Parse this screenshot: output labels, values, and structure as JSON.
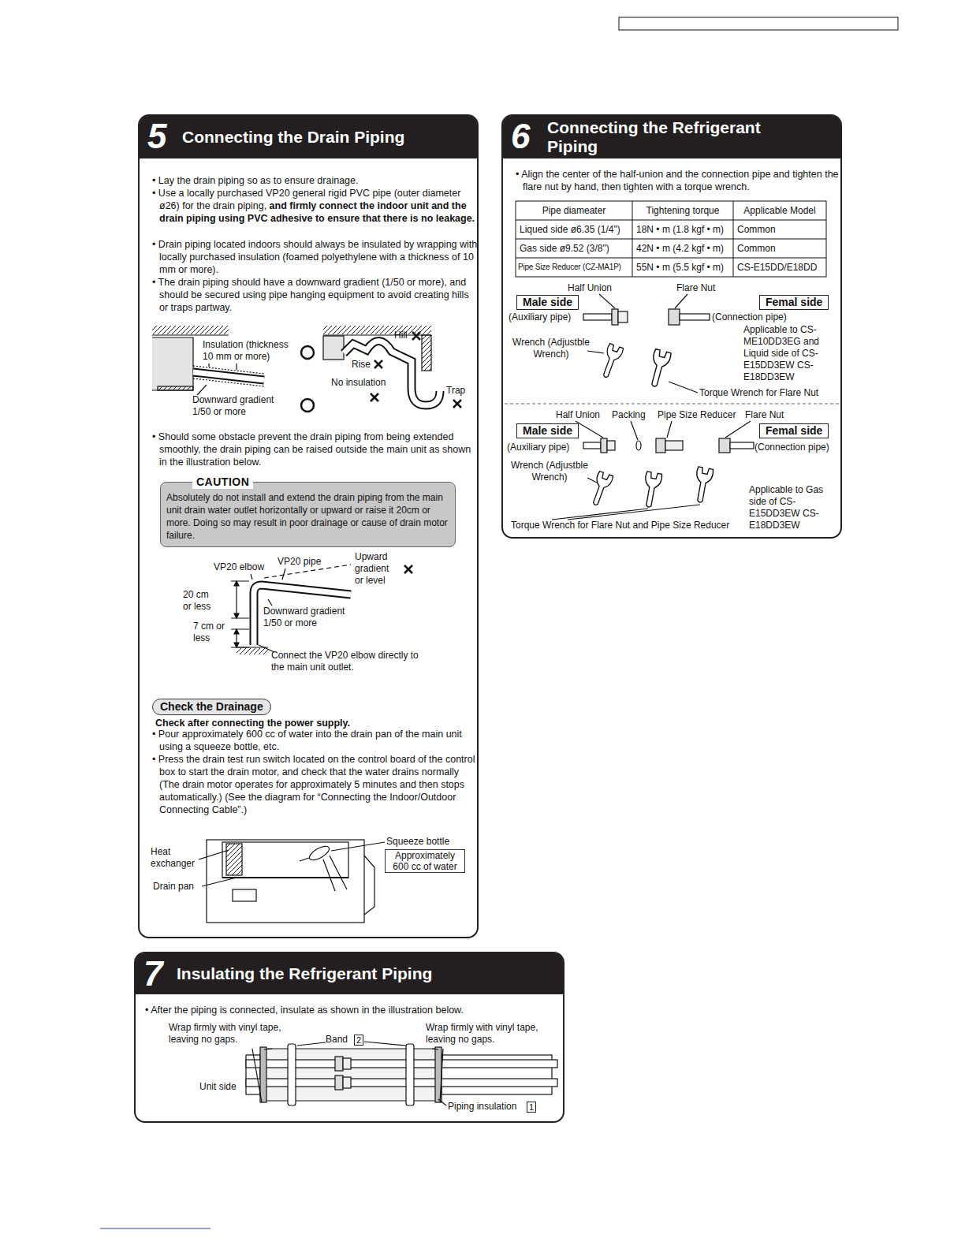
{
  "diagram": {
    "nodes": [
      {
        "text": [
          "5",
          "Connecting the Drain Piping"
        ]
      },
      {
        "text": [
          "CAUTION",
          "Absolutely do not install and extend the drain piping from the main unit drain water outlet horizontally or upward or raise it 20cm or more. Doing so may result in poor drainage or cause of drain motor failure."
        ],
        "in": 0
      },
      {
        "text": [
          "Check the Drainage"
        ],
        "in": 0
      },
      {
        "text": [
          "Approximately 600 cc of water"
        ],
        "in": 0
      },
      {
        "text": [
          "6",
          "Connecting the Refrigerant Piping"
        ]
      },
      {
        "text": [
          "Male side"
        ],
        "in": 4
      },
      {
        "text": [
          "Femal side"
        ],
        "in": 4
      },
      {
        "text": [
          "Male side"
        ],
        "in": 4
      },
      {
        "text": [
          "Femal side"
        ],
        "in": 4
      },
      {
        "text": [
          "7",
          "Insulating the Refrigerant Piping"
        ]
      },
      {
        "text": [
          "2"
        ],
        "in": 9
      },
      {
        "text": [
          "1"
        ],
        "in": 9
      }
    ],
    "labels": [
      "• Lay the drain piping so as to ensure drainage.",
      "• Use a locally purchased VP20 general rigid PVC pipe (outer diameter ø26) for the drain piping,",
      "and firmly connect the indoor unit and the drain piping using PVC adhesive to ensure that there is no leakage.",
      "• Drain piping located indoors should always be insulated by wrapping with locally purchased insulation (foamed polyethylene with a thickness of 10 mm or more).",
      "• The drain piping should have a downward gradient (1/50 or more), and should be secured using pipe hanging equipment to avoid creating hills or traps partway.",
      "Insulation (thickness 10 mm or more)",
      "Rise",
      "Hill",
      "No insulation",
      "Trap",
      "Downward gradient 1/50 or more",
      "• Should some obstacle prevent the drain piping from being extended smoothly, the drain piping can be raised outside the main unit as shown in the illustration below.",
      "VP20 elbow",
      "VP20 pipe",
      "Upward gradient or level",
      "20 cm or less",
      "Downward gradient 1/50 or more",
      "7 cm or less",
      "Connect the VP20 elbow directly to the main unit outlet.",
      "Check after connecting the power supply.",
      "• Pour approximately 600 cc of water into the drain pan of the main unit using a squeeze bottle, etc.",
      "• Press the drain test run switch located on the control board of the control box to start the drain motor, and check that the water drains normally (The drain motor operates for approximately 5 minutes and then stops automatically.) (See the diagram for “Connecting the Indoor/Outdoor Connecting Cable”.)",
      "Heat exchanger",
      "Drain pan",
      "Squeeze bottle",
      "• Align the center of the half-union and the connection pipe and tighten the flare nut by hand, then tighten with a torque wrench.",
      "Pipe diameater",
      "Tightening torque",
      "Applicable Model",
      "Liqued side ø6.35 (1/4\")",
      "18N • m (1.8 kgf • m)",
      "Common",
      "Gas side ø9.52 (3/8\")",
      "42N • m (4.2 kgf • m)",
      "Common",
      "Pipe Size Reducer (CZ-MA1P)",
      "55N • m (5.5 kgf • m)",
      "CS-E15DD/E18DD",
      "Half Union",
      "Flare Nut",
      "(Auxiliary pipe)",
      "(Connection pipe)",
      "Wrench (Adjustble Wrench)",
      "Applicable to CS-ME10DD3EG and Liquid side of CS-E15DD3EW CS-E18DD3EW",
      "Torque Wrench for Flare Nut",
      "Half Union",
      "Packing",
      "Pipe Size Reducer",
      "Flare Nut",
      "(Auxiliary pipe)",
      "(Connection pipe)",
      "Wrench (Adjustble Wrench)",
      "Applicable to Gas side of CS-E15DD3EW CS-E18DD3EW",
      "Torque Wrench for Flare Nut and Pipe Size Reducer",
      "• After the piping is connected, insulate as shown in the illustration below.",
      "Wrap firmly with vinyl tape, leaving no gaps.",
      "Band",
      "Wrap firmly with vinyl tape, leaving no gaps.",
      "Unit side",
      "Piping insulation"
    ]
  }
}
